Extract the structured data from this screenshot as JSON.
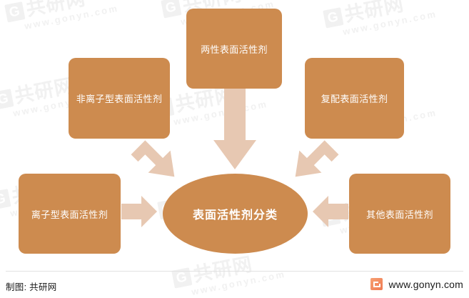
{
  "diagram": {
    "type": "hub-and-spoke",
    "hub": {
      "label": "表面活性剂分类"
    },
    "nodes": [
      {
        "id": "amphoteric",
        "label": "两性表面活性剂",
        "position": "top-center"
      },
      {
        "id": "nonionic",
        "label": "非离子型表面活性剂",
        "position": "top-left"
      },
      {
        "id": "compound",
        "label": "复配表面活性剂",
        "position": "top-right"
      },
      {
        "id": "ionic",
        "label": "离子型表面活性剂",
        "position": "bottom-left"
      },
      {
        "id": "other",
        "label": "其他表面活性剂",
        "position": "bottom-right"
      }
    ],
    "arrows": [
      {
        "from": "nonionic",
        "to": "hub",
        "direction": "down-right"
      },
      {
        "from": "amphoteric",
        "to": "hub",
        "direction": "down"
      },
      {
        "from": "compound",
        "to": "hub",
        "direction": "down-left"
      },
      {
        "from": "ionic",
        "to": "hub",
        "direction": "right"
      },
      {
        "from": "other",
        "to": "hub",
        "direction": "left"
      }
    ],
    "colors": {
      "node_fill": "#cd8b4f",
      "hub_fill": "#cd8b4f",
      "arrow_fill": "#e7c8b2",
      "node_text": "#ffffff",
      "background": "#ffffff"
    }
  },
  "footer": {
    "credit": "制图: 共研网",
    "site_url": "www.gonyn.com",
    "logo_icon": "gonyn-logo-icon"
  },
  "watermark": {
    "brand": "共研网",
    "badge": "G",
    "url": "www.gonyn.com"
  }
}
